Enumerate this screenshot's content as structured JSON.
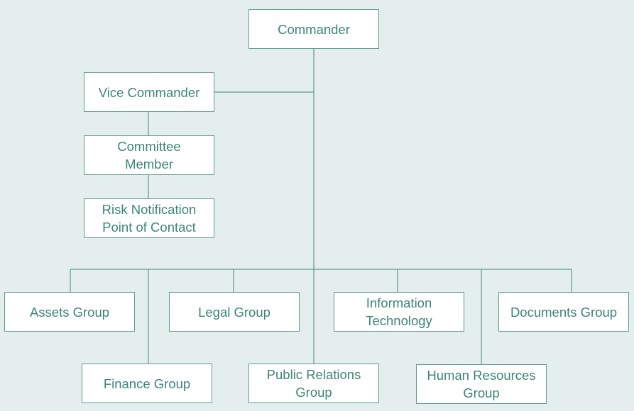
{
  "colors": {
    "background": "#e4efed",
    "line": "#5f9a90",
    "text": "#3d8577",
    "box": "#ffffff"
  },
  "nodes": {
    "commander": "Commander",
    "vice_commander": "Vice Commander",
    "committee_member": "Committee Member",
    "risk_contact": "Risk Notification Point of Contact",
    "assets": "Assets Group",
    "finance": "Finance Group",
    "legal": "Legal Group",
    "public_relations": "Public Relations Group",
    "information_technology": "Information Technology",
    "human_resources": "Human Resources Group",
    "documents": "Documents Group"
  }
}
